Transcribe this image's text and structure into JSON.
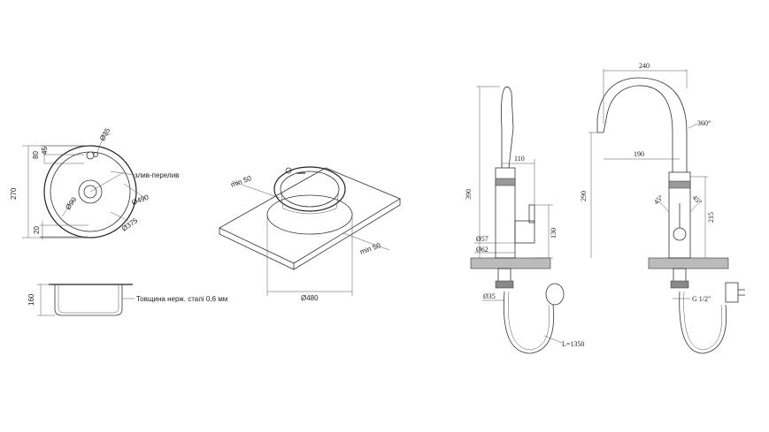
{
  "sink_top": {
    "dim_270": "270",
    "dim_80": "80",
    "dim_45": "45",
    "dim_d35": "Ø35",
    "label_overflow": "злив-перелив",
    "dim_d490": "Ø490",
    "dim_d90": "Ø90",
    "dim_20": "20",
    "dim_d375": "Ø375"
  },
  "sink_side": {
    "dim_160": "160",
    "label_thickness": "Товщина нерж. сталі 0,6 мм"
  },
  "sink_iso": {
    "dim_min50_a": "min 50",
    "dim_min50_b": "min 50",
    "dim_d480": "Ø480"
  },
  "faucet_side": {
    "dim_390": "390",
    "dim_110": "110",
    "dim_130": "130",
    "dim_d57": "Ø57",
    "dim_d62": "Ø62",
    "dim_d35": "Ø35",
    "dim_L": "L=1350"
  },
  "faucet_front": {
    "dim_240": "240",
    "dim_360": "360°",
    "dim_190": "190",
    "dim_290": "290",
    "dim_45a": "45°",
    "dim_45b": "45°",
    "dim_215": "215",
    "dim_G": "G 1/2\""
  }
}
